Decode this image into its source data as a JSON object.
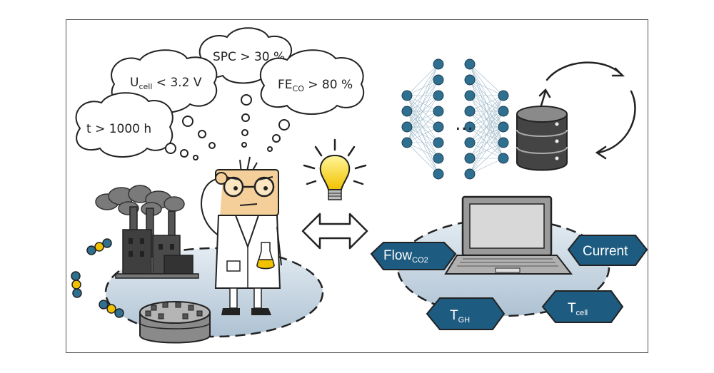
{
  "clouds": {
    "spc": "SPC > 30 %",
    "ucell_main": "U",
    "ucell_sub": "cell",
    "ucell_rest": " < 3.2 V",
    "fe_main": "FE",
    "fe_sub": "CO",
    "fe_rest": " > 80 %",
    "time": "t > 1000 h"
  },
  "parameters": {
    "flow_main": "Flow",
    "flow_sub": "CO2",
    "current": "Current",
    "tgh_main": "T",
    "tgh_sub": "GH",
    "tcell_main": "T",
    "tcell_sub": "cell"
  },
  "nn_ellipsis": "…",
  "colors": {
    "node_blue": "#2f6f8f",
    "hex_fill": "#1e5b80",
    "pad_fill": "#c9d7e3",
    "yellow": "#f2c200"
  }
}
